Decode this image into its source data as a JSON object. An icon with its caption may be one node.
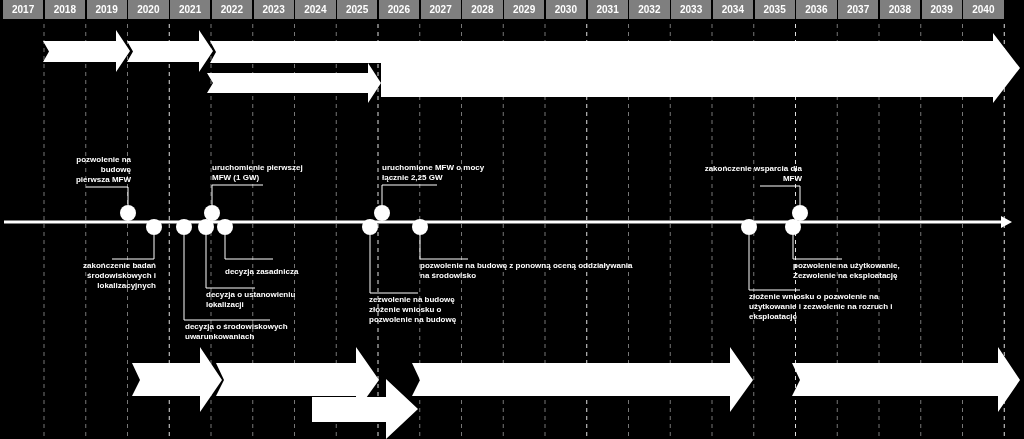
{
  "diagram": {
    "nodes": [
      {
        "text": [
          "pozwolenie na budowę pierwsza MFW"
        ]
      },
      {
        "text": [
          "zakończenie badań środowiskowych i lokalizacyjnych"
        ]
      },
      {
        "text": [
          "decyzja o środowiskowych uwarunkowaniach"
        ]
      },
      {
        "text": [
          "uruchomienie pierwszej MFW (1 GW)"
        ]
      },
      {
        "text": [
          "decyzja o ustanowieniu lokalizacji"
        ]
      },
      {
        "text": [
          "decyzja zasadnicza"
        ]
      },
      {
        "text": [
          "zezwolenie na budowę złożenie wniosku o pozwolenie na budowę"
        ]
      },
      {
        "text": [
          "uruchomione MFW o mocy łącznie 2,25 GW"
        ]
      },
      {
        "text": [
          "pozwolenie na budowę z ponowną oceną oddziaływania na środowisko"
        ]
      },
      {
        "text": [
          "złożenie wniosku o pozwolenie na użytkowanie i zezwolenie na rozruch i eksploatację"
        ]
      },
      {
        "text": [
          "zakończenie wsparcia dla MFW"
        ]
      },
      {
        "text": [
          "pozwolenie na użytkowanie, Zezwolenie na eksploatację"
        ]
      },
      {
        "text": [],
        "shape": "circle"
      },
      {
        "text": [],
        "shape": "circle"
      },
      {
        "text": [],
        "shape": "circle"
      },
      {
        "text": [],
        "shape": "circle"
      },
      {
        "text": [],
        "shape": "circle"
      },
      {
        "text": [],
        "shape": "circle"
      },
      {
        "text": [],
        "shape": "circle"
      },
      {
        "text": [],
        "shape": "circle"
      },
      {
        "text": [],
        "shape": "circle"
      },
      {
        "text": [],
        "shape": "circle"
      },
      {
        "text": [],
        "shape": "circle"
      },
      {
        "text": [],
        "shape": "circle"
      }
    ],
    "edges": [
      {
        "from": 0,
        "to": 12,
        "arrow": "none"
      },
      {
        "from": 1,
        "to": 13,
        "arrow": "none"
      },
      {
        "from": 2,
        "to": 14,
        "arrow": "none"
      },
      {
        "from": 3,
        "to": 15,
        "arrow": "none"
      },
      {
        "from": 4,
        "to": 16,
        "arrow": "none"
      },
      {
        "from": 5,
        "to": 17,
        "arrow": "none"
      },
      {
        "from": 6,
        "to": 18,
        "arrow": "none"
      },
      {
        "from": 7,
        "to": 19,
        "arrow": "none"
      },
      {
        "from": 8,
        "to": 20,
        "arrow": "none"
      },
      {
        "from": 9,
        "to": 21,
        "arrow": "none"
      },
      {
        "from": 10,
        "to": 22,
        "arrow": "none"
      },
      {
        "from": 11,
        "to": 23,
        "arrow": "none"
      }
    ],
    "labels": [
      "2017",
      "2018",
      "2019",
      "2020",
      "2021",
      "2022",
      "2023",
      "2024",
      "2025",
      "2026",
      "2027",
      "2028",
      "2029",
      "2030",
      "2031",
      "2032",
      "2033",
      "2034",
      "2035",
      "2036",
      "2037",
      "2038",
      "2039",
      "2040"
    ]
  }
}
